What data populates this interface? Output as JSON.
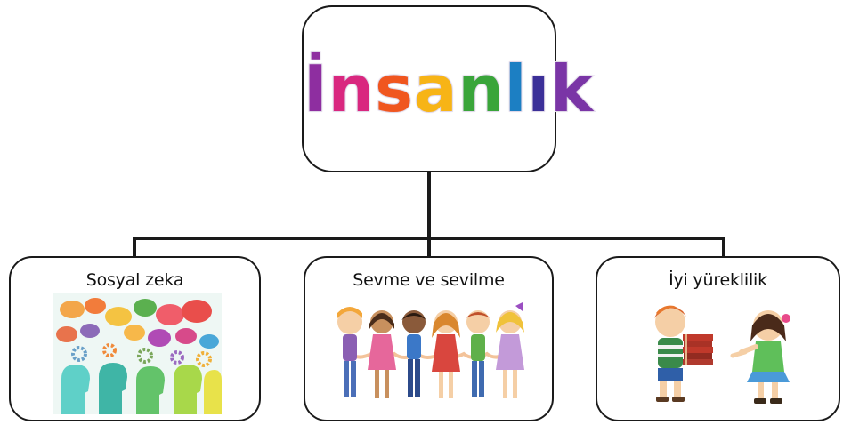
{
  "root": {
    "title_letters": [
      "İ",
      "n",
      "s",
      "a",
      "n",
      "l",
      "ı",
      "k"
    ],
    "letter_colors": [
      "#8e2ea0",
      "#d9277f",
      "#f0561f",
      "#f7b416",
      "#3aa53a",
      "#1c7fc3",
      "#3b2f98",
      "#7a35a6"
    ]
  },
  "children": [
    {
      "title": "Sosyal zeka",
      "image": "social-intelligence-illustration"
    },
    {
      "title": "Sevme ve sevilme",
      "image": "children-holding-hands-illustration"
    },
    {
      "title": "İyi yüreklilik",
      "image": "children-sharing-books-illustration"
    }
  ]
}
